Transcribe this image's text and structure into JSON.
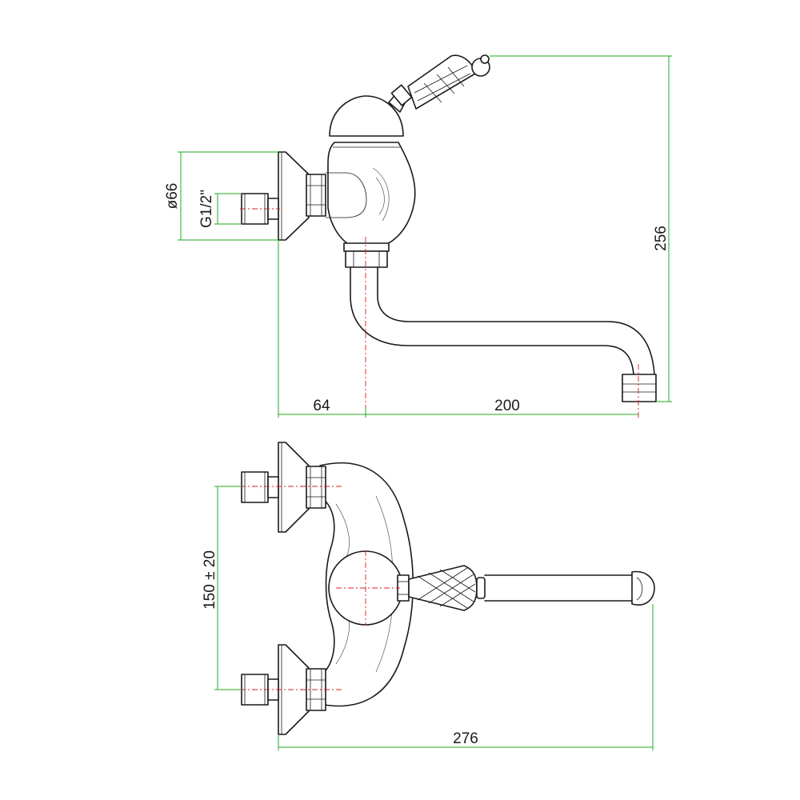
{
  "colors": {
    "outline": "#1a1a1a",
    "dimension_lines": "#22aa22",
    "center_axis": "#d42020",
    "background": "#ffffff"
  },
  "side_view": {
    "dimensions": {
      "flange_diameter": "ø66",
      "thread": "G1/2\"",
      "height": "256",
      "wall_to_axis": "64",
      "spout_reach": "200"
    }
  },
  "top_view": {
    "dimensions": {
      "inlet_spacing": "150 ± 20",
      "overall_length": "276"
    }
  }
}
